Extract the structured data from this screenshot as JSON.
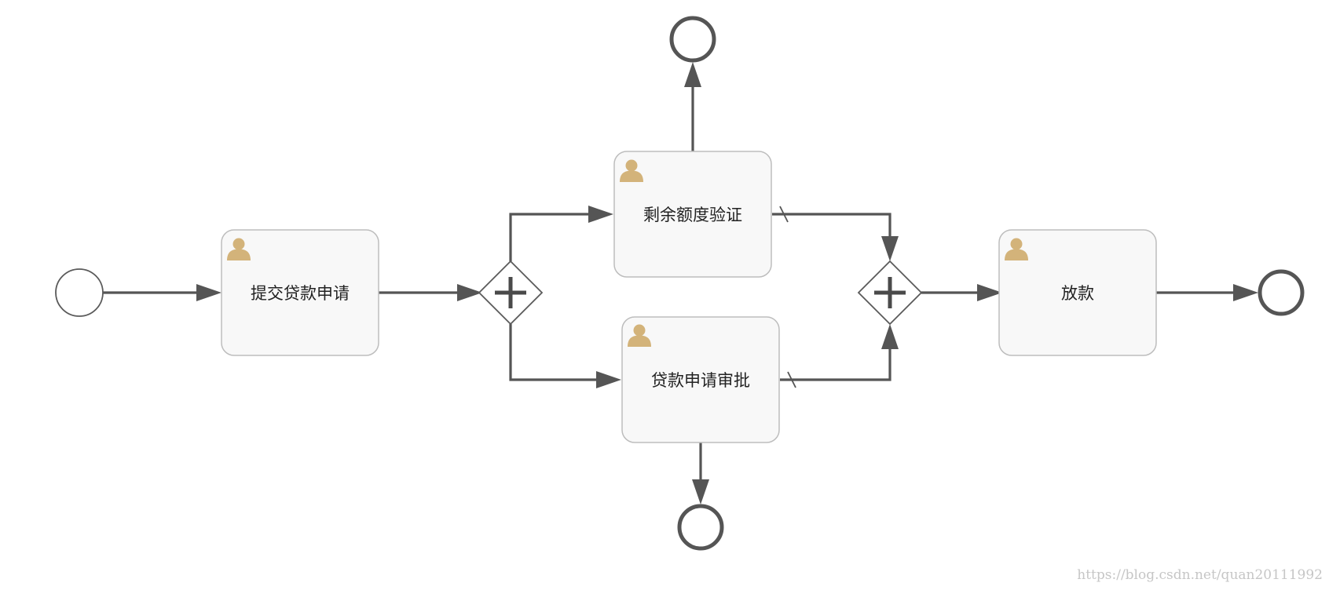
{
  "diagram": {
    "tasks": {
      "submit": "提交贷款申请",
      "quota_check": "剩余额度验证",
      "approval": "贷款申请审批",
      "disburse": "放款"
    },
    "icons": {
      "task": "user-icon",
      "gateway": "parallel-gateway-plus-icon"
    },
    "colors": {
      "user_icon": "#d3b37a",
      "flow": "#555555",
      "task_fill": "#f8f8f8"
    }
  },
  "watermark": "https://blog.csdn.net/quan20111992"
}
